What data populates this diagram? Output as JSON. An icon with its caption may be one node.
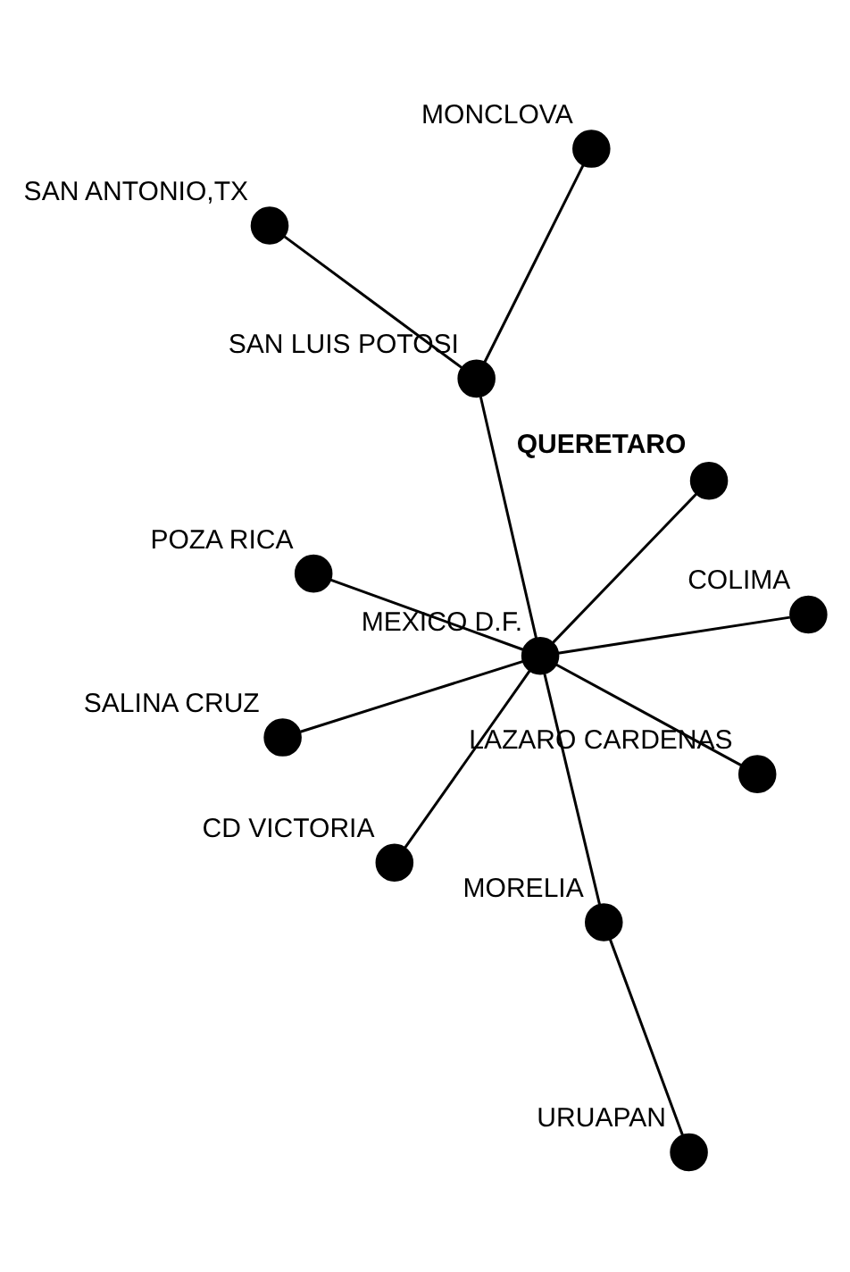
{
  "diagram": {
    "nodes": [
      {
        "text": [],
        "shape": "circle",
        "beside": [
          "SAN ANTONIO,TX"
        ]
      },
      {
        "text": [],
        "shape": "circle",
        "beside": [
          "MONCLOVA"
        ]
      },
      {
        "text": [],
        "shape": "circle",
        "beside": [
          "CD VICTORIA"
        ]
      },
      {
        "text": [],
        "shape": "circle",
        "beside": [
          "SAN LUIS POTOSI"
        ]
      },
      {
        "text": [],
        "shape": "circle",
        "beside": [
          "QUERETARO"
        ]
      },
      {
        "text": [],
        "shape": "circle",
        "beside": [
          "POZA RICA"
        ]
      },
      {
        "text": [],
        "shape": "circle",
        "beside": [
          "MEXICO D.F."
        ]
      },
      {
        "text": [],
        "shape": "circle",
        "beside": [
          "COLIMA"
        ]
      },
      {
        "text": [],
        "shape": "circle",
        "beside": [
          "MORELIA"
        ]
      },
      {
        "text": [],
        "shape": "circle",
        "beside": [
          "URUAPAN"
        ]
      },
      {
        "text": [],
        "shape": "circle",
        "beside": [
          "LAZARO CARDENAS"
        ]
      },
      {
        "text": [],
        "shape": "circle",
        "beside": [
          "SALINA CRUZ"
        ]
      }
    ],
    "edges": [
      {
        "from": 0,
        "to": 3,
        "arrow": "none"
      },
      {
        "from": 1,
        "to": 3,
        "arrow": "none"
      },
      {
        "from": 3,
        "to": 6,
        "arrow": "none"
      },
      {
        "from": 2,
        "to": 6,
        "arrow": "none"
      },
      {
        "from": 4,
        "to": 6,
        "arrow": "none"
      },
      {
        "from": 5,
        "to": 6,
        "arrow": "none"
      },
      {
        "from": 7,
        "to": 6,
        "arrow": "none"
      },
      {
        "from": 8,
        "to": 6,
        "arrow": "none"
      },
      {
        "from": 9,
        "to": 8,
        "arrow": "none"
      },
      {
        "from": 10,
        "to": 6,
        "arrow": "none"
      },
      {
        "from": 11,
        "to": 6,
        "arrow": "none"
      }
    ]
  }
}
